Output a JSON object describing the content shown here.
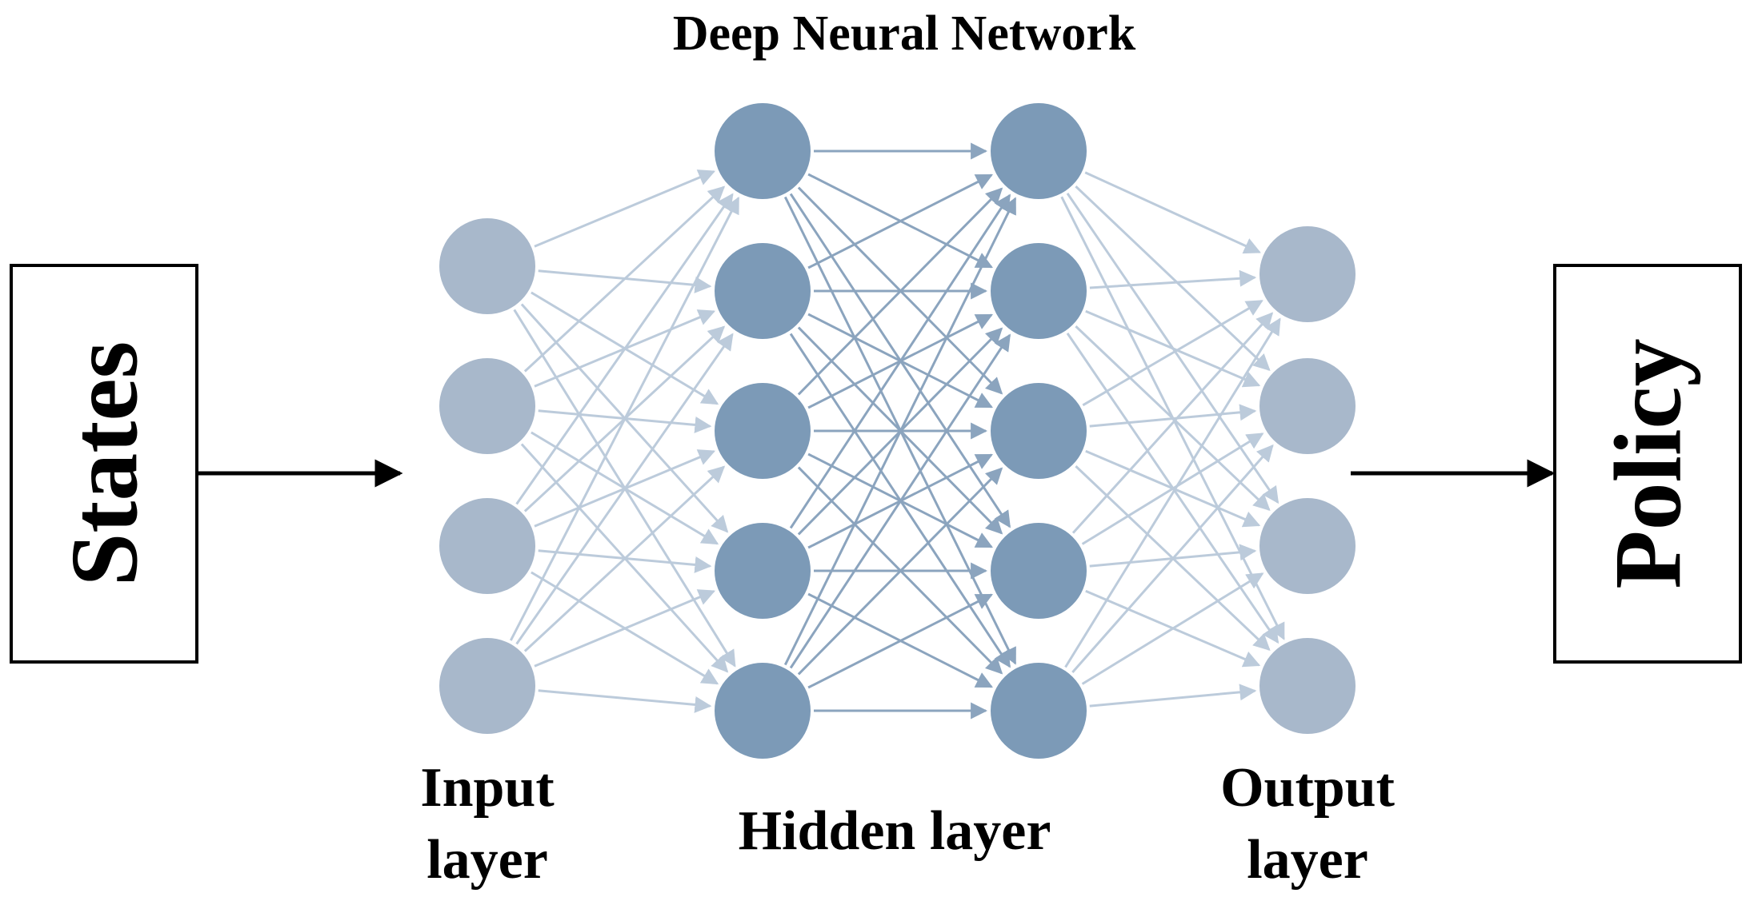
{
  "title": "Deep Neural Network",
  "states_label": "States",
  "policy_label": "Policy",
  "layer_labels": {
    "input_line1": "Input",
    "input_line2": "layer",
    "hidden": "Hidden layer",
    "output_line1": "Output",
    "output_line2": "layer"
  },
  "network": {
    "layer_sizes": [
      4,
      5,
      5,
      4
    ],
    "connectivity": "fully-connected"
  },
  "colors": {
    "input_node": "#a8b8cb",
    "hidden_node": "#7c9ab7",
    "output_node": "#a8b8cb",
    "edge_light": "#bccbdb",
    "edge_dark": "#8ba4be",
    "box_border": "#000000",
    "arrow": "#000000",
    "text": "#000000"
  }
}
